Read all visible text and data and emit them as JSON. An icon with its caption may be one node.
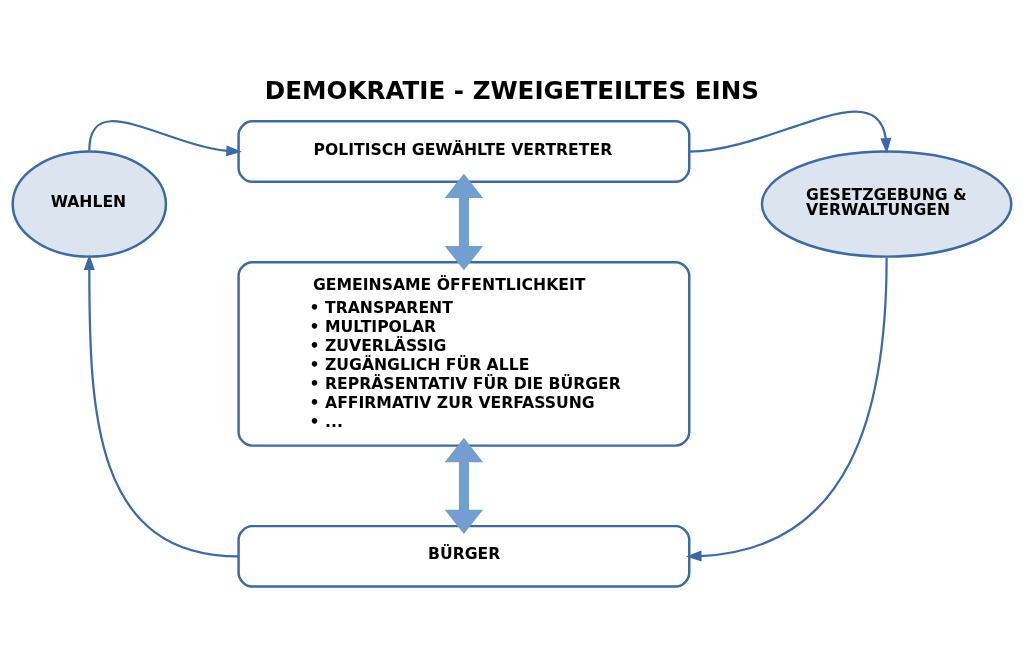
{
  "diagram": {
    "title": "DEMOKRATIE - ZWEIGETEILTES EINS",
    "nodes": [
      {
        "text": [
          "POLITISCH GEWÄHLTE VERTRETER"
        ]
      },
      {
        "text": [
          "WAHLEN"
        ]
      },
      {
        "text": [
          "GEMEINSAME ÖFFENTLICHKEIT",
          "• TRANSPARENT",
          "• MULTIPOLAR",
          "• ZUVERLÄSSIG",
          "• ZUGÄNGLICH FÜR ALLE",
          "• REPRÄSENTATIV FÜR DIE BÜRGER",
          "• AFFIRMATIV ZUR VERFASSUNG",
          "• ..."
        ]
      },
      {
        "text": [
          "GESETZGEBUNG & VERWALTUNGEN"
        ]
      },
      {
        "text": [
          "BÜRGER"
        ]
      }
    ],
    "edges": [
      {
        "from": 1,
        "to": 0,
        "arrow": "to"
      },
      {
        "from": 0,
        "to": 3,
        "arrow": "to"
      },
      {
        "from": 3,
        "to": 4,
        "arrow": "to"
      },
      {
        "from": 4,
        "to": 1,
        "arrow": "to"
      },
      {
        "from": 0,
        "to": 2,
        "arrow": "both",
        "style": "thick",
        "color": "#729fcf"
      },
      {
        "from": 2,
        "to": 4,
        "arrow": "both",
        "style": "thick",
        "color": "#729fcf"
      }
    ]
  }
}
